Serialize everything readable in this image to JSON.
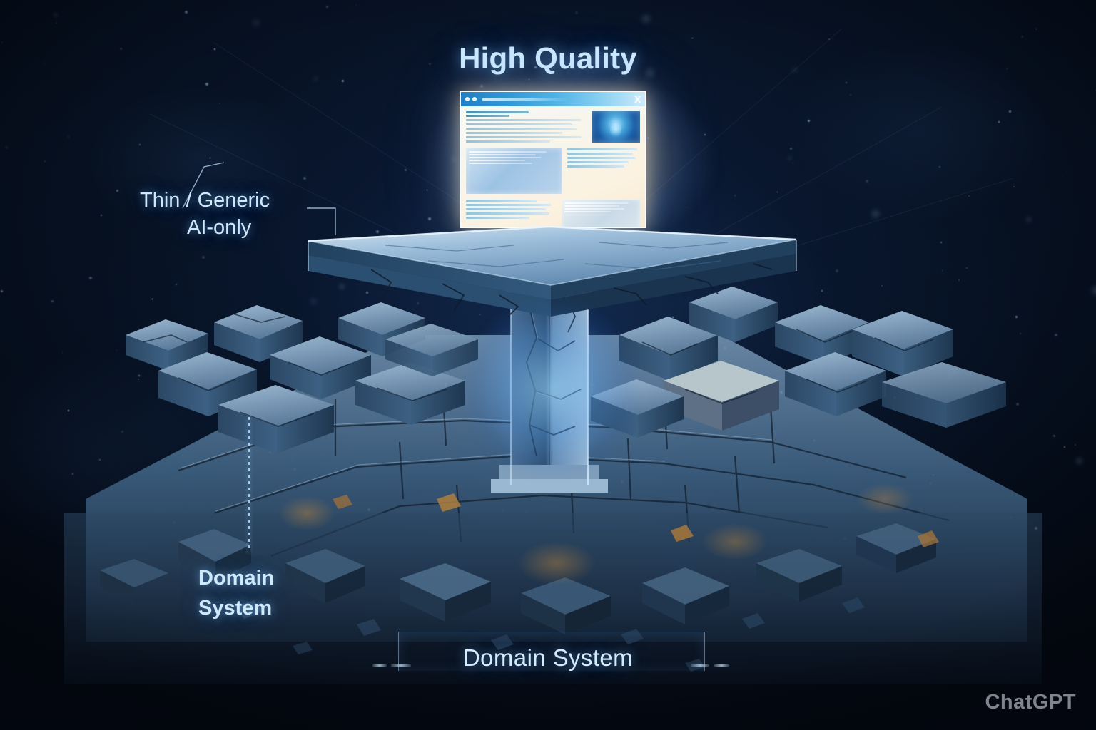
{
  "scene": {
    "title": "High Quality",
    "watermark": "ChatGPT",
    "background_color": "#03060d",
    "accent_color": "#cfe9fb",
    "glow_color": "#6fc0ff",
    "warm_glow_color": "#ffe4aa"
  },
  "labels": {
    "thin_generic": {
      "line1": "Thin / Generic",
      "line2": "AI-only"
    },
    "domain_system_side": {
      "line1": "Domain",
      "line2": "System"
    },
    "domain_system_banner": "Domain System"
  },
  "browser_window": {
    "titlebar": {
      "dots": [
        "dot-1",
        "dot-2"
      ],
      "url_text": "",
      "close_label": "X"
    },
    "content": {
      "hero_image_alt": "glowing-figure-thumbnail",
      "text_line_count": 22,
      "card_count": 2
    }
  },
  "icons": {
    "close": "close-icon",
    "window_dot": "window-dot-icon"
  },
  "structures": {
    "pedestal_label": "stone-pedestal-column",
    "platform_label": "cracked-stone-platform",
    "field_label": "stone-block-field",
    "rubble_label": "broken-rubble-foreground"
  }
}
